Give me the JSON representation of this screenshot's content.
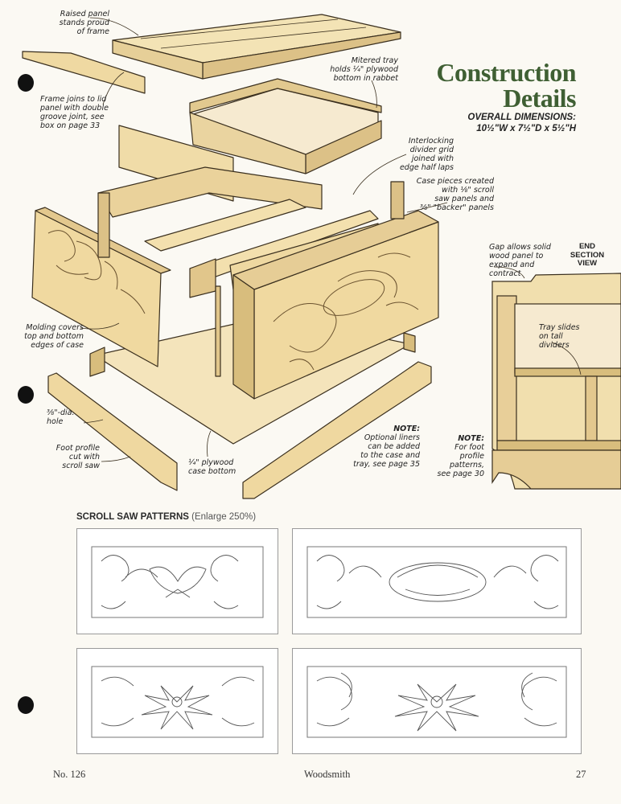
{
  "heading": {
    "title_line1": "Construction",
    "title_line2": "Details",
    "dims_label": "OVERALL DIMENSIONS:",
    "dims_value": "10½\"W x 7½\"D x 5½\"H"
  },
  "callouts": {
    "raised_panel": [
      "Raised panel",
      "stands proud",
      "of frame"
    ],
    "mitered_tray": [
      "Mitered tray",
      "holds ¼\" plywood",
      "bottom in rabbet"
    ],
    "frame_joins": [
      "Frame joins to lid",
      "panel with double",
      "groove joint, see",
      "box on page 33"
    ],
    "interlocking": [
      "Interlocking",
      "divider grid",
      "joined with",
      "edge half laps"
    ],
    "case_pieces": [
      "Case pieces created",
      "with ⅛\" scroll",
      "saw panels and",
      "⅜\" \"backer\" panels"
    ],
    "gap": [
      "Gap allows solid",
      "wood panel to",
      "expand and",
      "contract"
    ],
    "molding": [
      "Molding covers",
      "top and bottom",
      "edges of case"
    ],
    "tray_slides": [
      "Tray slides",
      "on tall",
      "dividers"
    ],
    "hole": [
      "⅜\"-dia.",
      "hole"
    ],
    "foot_profile": [
      "Foot profile",
      "cut with",
      "scroll saw"
    ],
    "plywood_bottom": [
      "¼\" plywood",
      "case bottom"
    ],
    "note_liners": {
      "head": "NOTE:",
      "lines": [
        "Optional liners",
        "can be added",
        "to the case and",
        "tray, see page 35"
      ]
    },
    "note_foot": {
      "head": "NOTE:",
      "lines": [
        "For foot",
        "profile",
        "patterns,",
        "see page 30"
      ]
    }
  },
  "end_section_view": [
    "END",
    "SECTION",
    "VIEW"
  ],
  "patterns": {
    "title": "SCROLL SAW PATTERNS",
    "subtitle": "(Enlarge 250%)"
  },
  "footer": {
    "issue": "No. 126",
    "magazine": "Woodsmith",
    "page_number": "27"
  },
  "colors": {
    "wood": "#f1dfae",
    "wood_dark": "#d8bd7d",
    "wood_light": "#f8ecc8",
    "title_green": "#3f5f33",
    "outline": "#3a2f1e"
  }
}
